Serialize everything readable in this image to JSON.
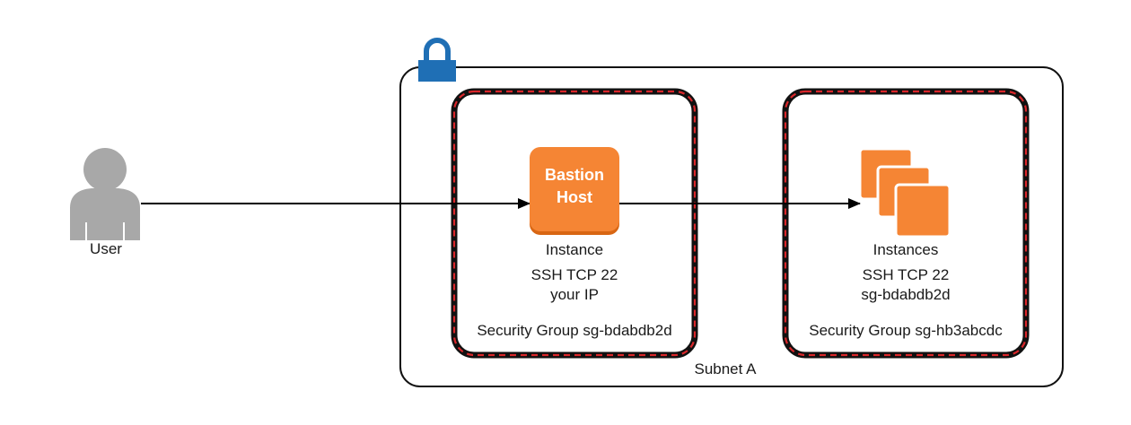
{
  "user": {
    "label": "User",
    "icon": "user-icon"
  },
  "subnet": {
    "label": "Subnet A",
    "icon": "lock-icon",
    "lock_color": "#1f6fb5"
  },
  "bastion_group": {
    "host_title_line1": "Bastion",
    "host_title_line2": "Host",
    "instance_label": "Instance",
    "rule_line1": "SSH TCP 22",
    "rule_line2": "your IP",
    "security_group_label": "Security Group sg-bdabdb2d"
  },
  "private_group": {
    "instances_label": "Instances",
    "icon": "instances-stack-icon",
    "rule_line1": "SSH TCP 22",
    "rule_line2": "sg-bdabdb2d",
    "security_group_label": "Security Group sg-hb3abcdc"
  },
  "colors": {
    "instance_orange": "#f58534",
    "instance_orange_dark": "#d86613",
    "security_group_border": "#d9262a",
    "user_gray": "#a8a8a8"
  }
}
